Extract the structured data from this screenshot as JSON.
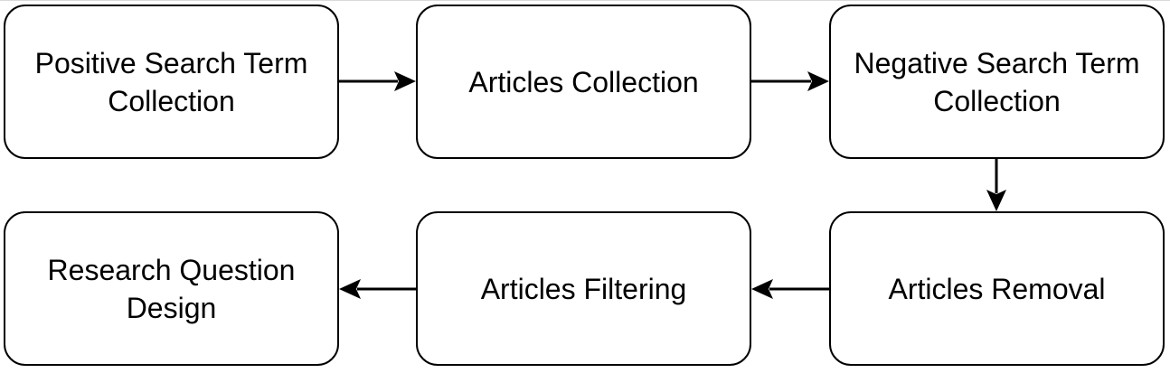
{
  "nodes": [
    {
      "id": "n1",
      "label": "Positive Search Term\nCollection"
    },
    {
      "id": "n2",
      "label": "Articles Collection"
    },
    {
      "id": "n3",
      "label": "Negative Search Term\nCollection"
    },
    {
      "id": "n4",
      "label": "Articles Removal"
    },
    {
      "id": "n5",
      "label": "Articles Filtering"
    },
    {
      "id": "n6",
      "label": "Research Question\nDesign"
    }
  ],
  "edges": [
    {
      "from": "n1",
      "to": "n2"
    },
    {
      "from": "n2",
      "to": "n3"
    },
    {
      "from": "n3",
      "to": "n4"
    },
    {
      "from": "n4",
      "to": "n5"
    },
    {
      "from": "n5",
      "to": "n6"
    }
  ]
}
